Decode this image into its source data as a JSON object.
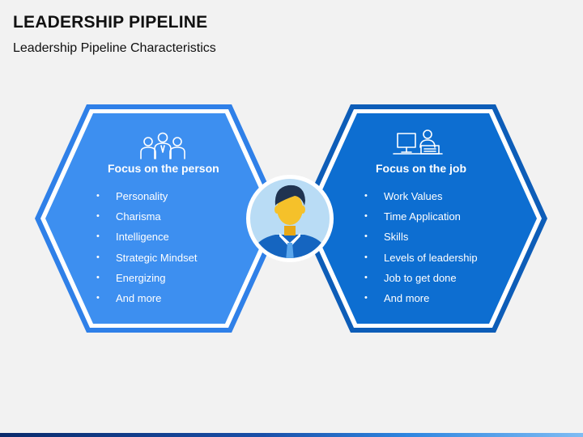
{
  "header": {
    "title": "LEADERSHIP PIPELINE",
    "subtitle": "Leadership Pipeline Characteristics"
  },
  "colors": {
    "left_hex": "#3d8ff0",
    "right_hex": "#0d6ed1",
    "accent_blue": "#2f80e8",
    "background": "#f2f2f2"
  },
  "left_panel": {
    "icon": "people-group-icon",
    "heading": "Focus on the person",
    "items": [
      "Personality",
      "Charisma",
      "Intelligence",
      "Strategic Mindset",
      "Energizing",
      "And more"
    ]
  },
  "center": {
    "icon": "person-avatar-icon"
  },
  "right_panel": {
    "icon": "person-at-desk-icon",
    "heading": "Focus on the job",
    "items": [
      "Work Values",
      "Time Application",
      "Skills",
      "Levels of leadership",
      "Job to get done",
      "And more"
    ]
  }
}
